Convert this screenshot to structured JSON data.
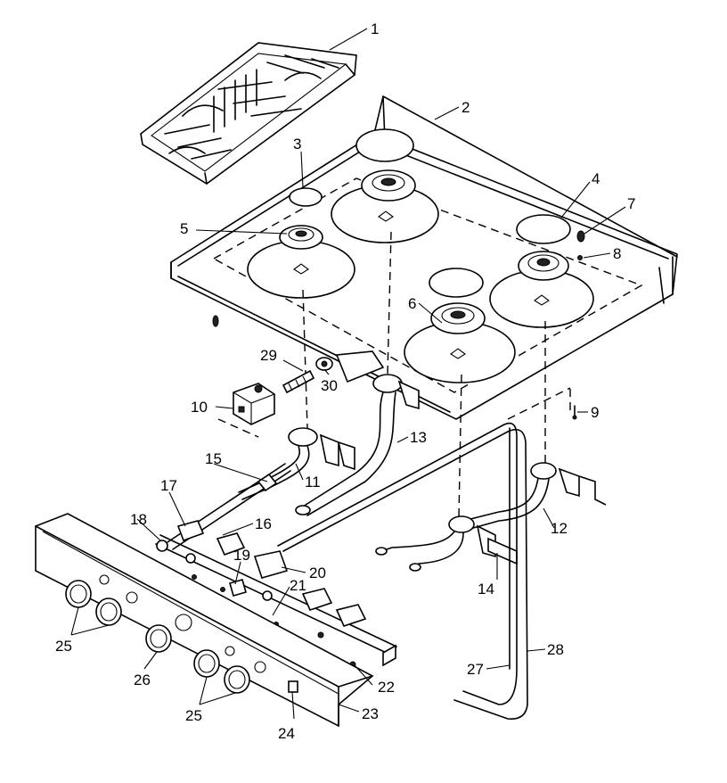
{
  "callouts": [
    {
      "id": "c1",
      "text": "1"
    },
    {
      "id": "c2",
      "text": "2"
    },
    {
      "id": "c3",
      "text": "3"
    },
    {
      "id": "c4",
      "text": "4"
    },
    {
      "id": "c5",
      "text": "5"
    },
    {
      "id": "c6",
      "text": "6"
    },
    {
      "id": "c7",
      "text": "7"
    },
    {
      "id": "c8",
      "text": "8"
    },
    {
      "id": "c9",
      "text": "9"
    },
    {
      "id": "c10",
      "text": "10"
    },
    {
      "id": "c11",
      "text": "11"
    },
    {
      "id": "c12",
      "text": "12"
    },
    {
      "id": "c13",
      "text": "13"
    },
    {
      "id": "c14",
      "text": "14"
    },
    {
      "id": "c15",
      "text": "15"
    },
    {
      "id": "c16",
      "text": "16"
    },
    {
      "id": "c17",
      "text": "17"
    },
    {
      "id": "c18",
      "text": "18"
    },
    {
      "id": "c19",
      "text": "19"
    },
    {
      "id": "c20",
      "text": "20"
    },
    {
      "id": "c21",
      "text": "21"
    },
    {
      "id": "c22",
      "text": "22"
    },
    {
      "id": "c23",
      "text": "23"
    },
    {
      "id": "c24",
      "text": "24"
    },
    {
      "id": "c25a",
      "text": "25"
    },
    {
      "id": "c25b",
      "text": "25"
    },
    {
      "id": "c26",
      "text": "26"
    },
    {
      "id": "c27",
      "text": "27"
    },
    {
      "id": "c28",
      "text": "28"
    },
    {
      "id": "c29",
      "text": "29"
    },
    {
      "id": "c30",
      "text": "30"
    }
  ]
}
